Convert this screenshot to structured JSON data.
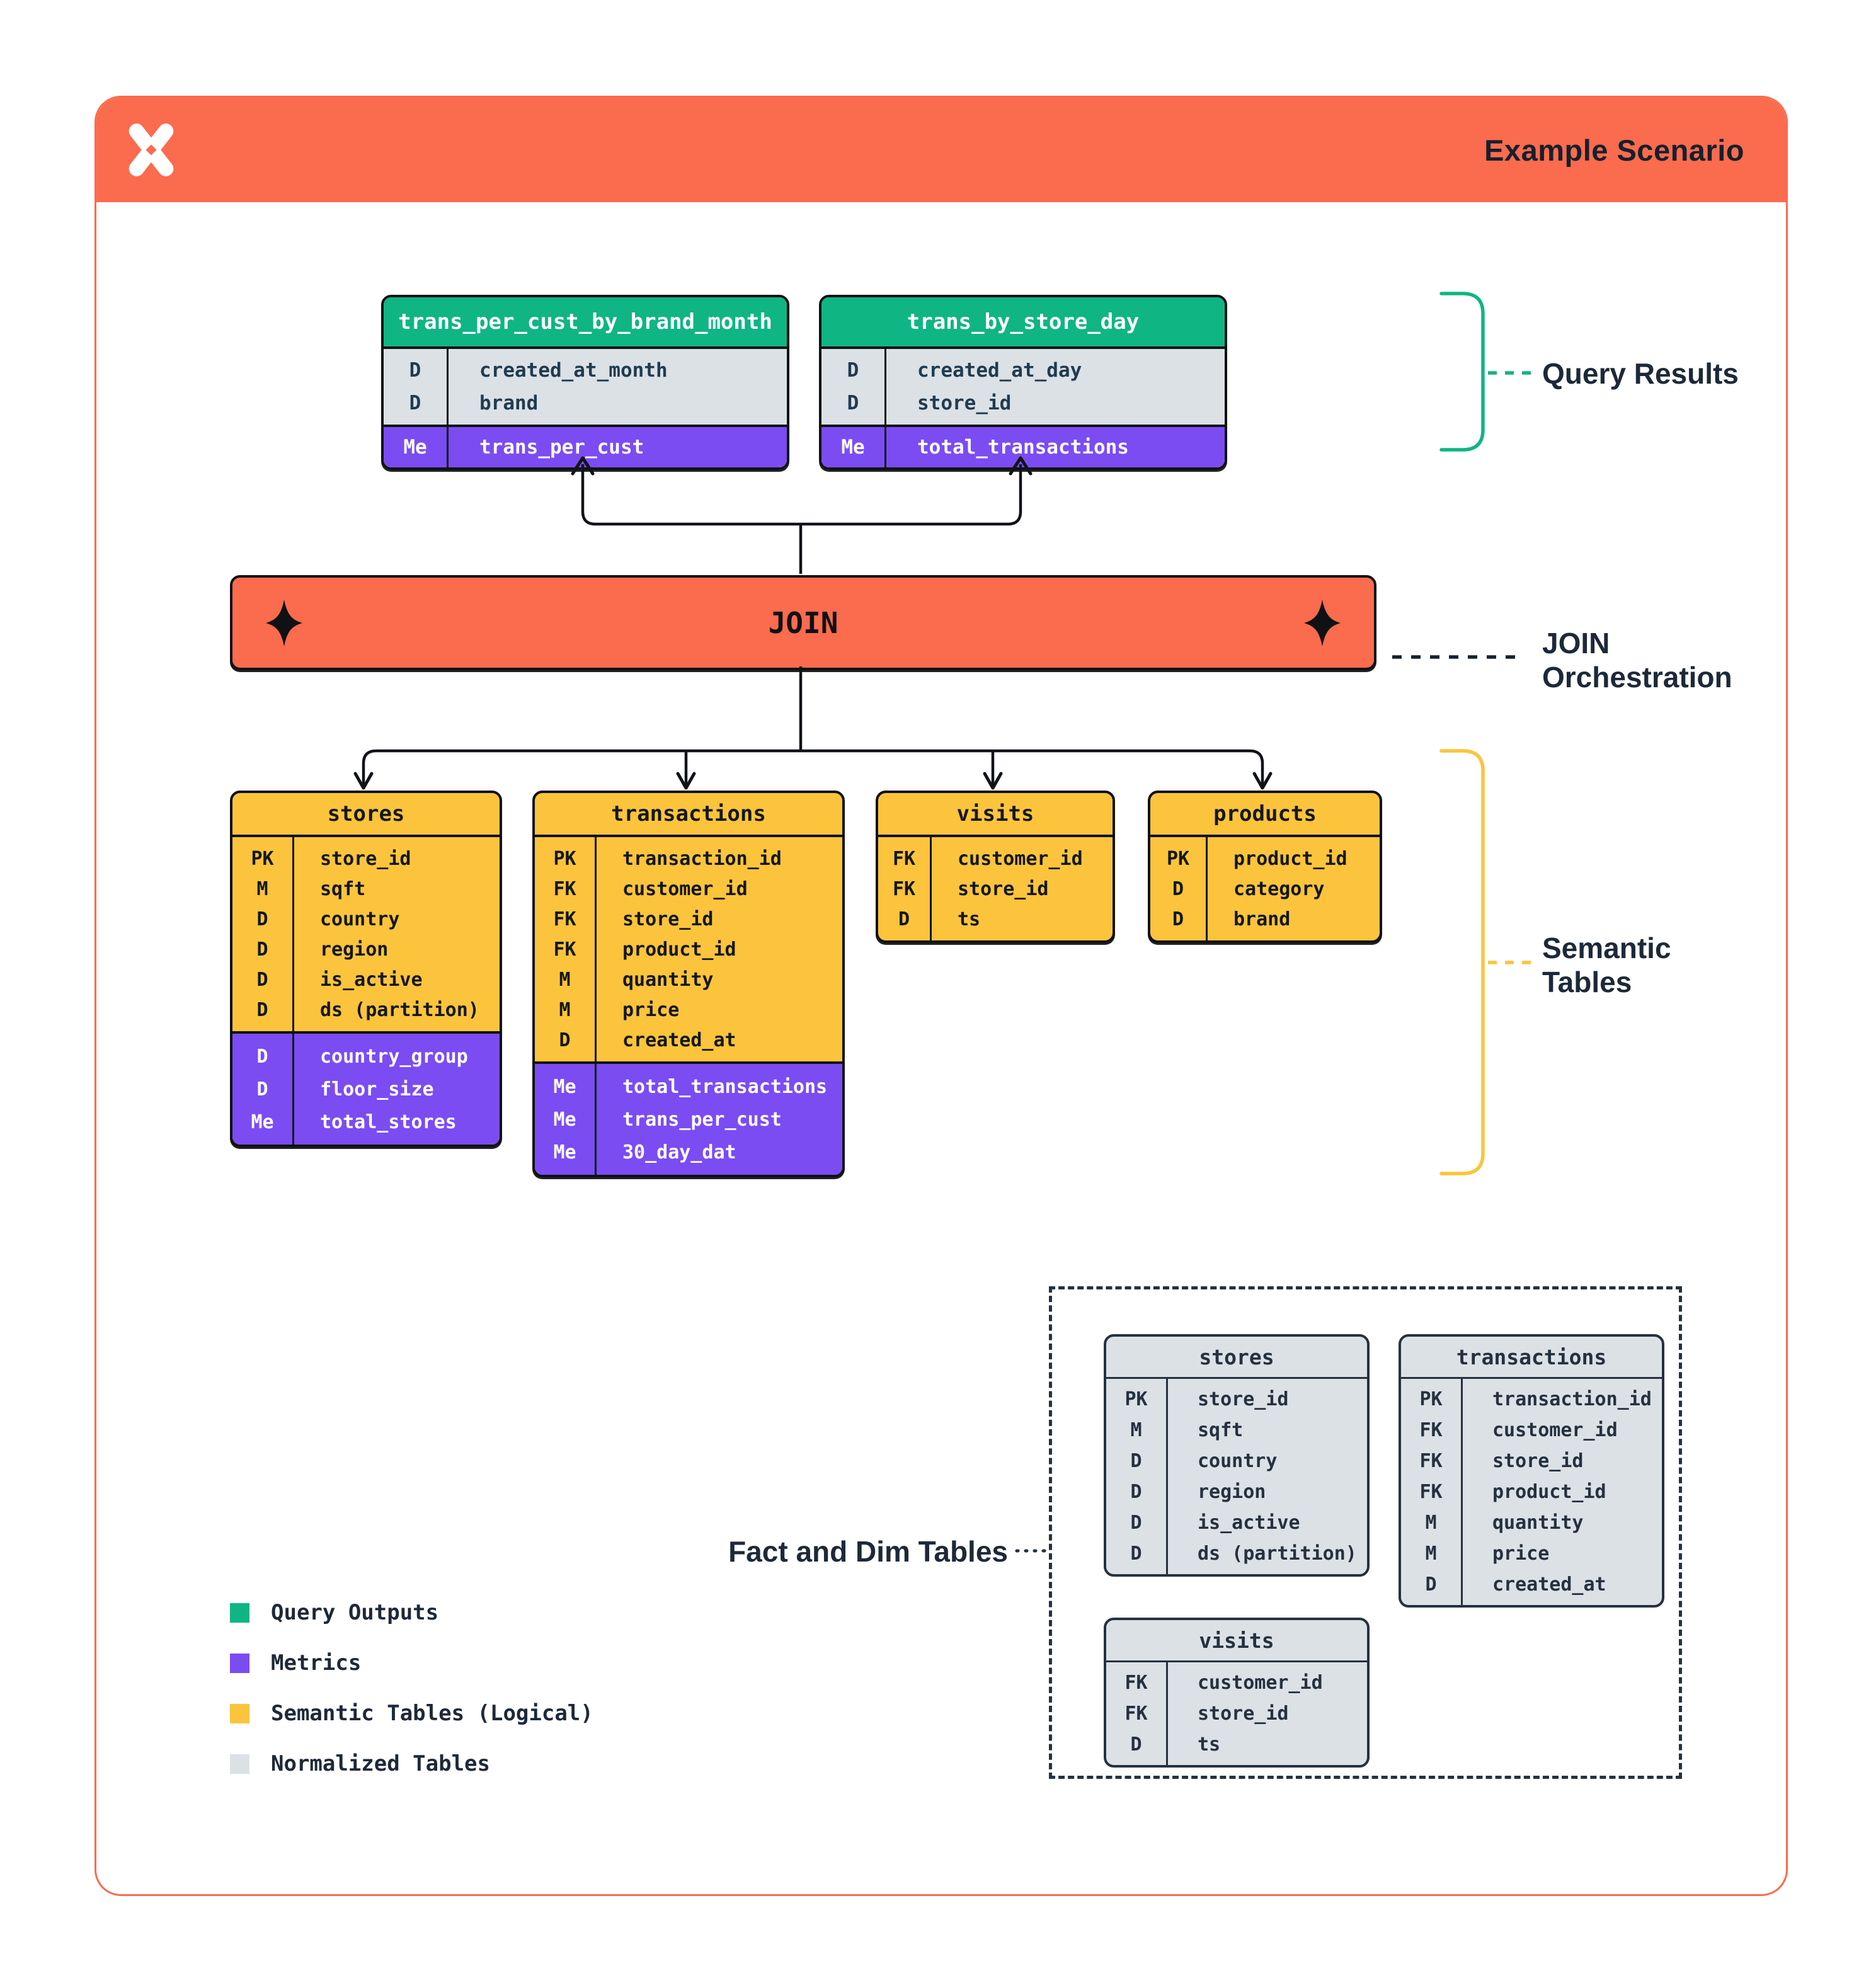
{
  "header": {
    "title": "Example Scenario",
    "logo": "x-pinwheel-logo"
  },
  "colors": {
    "orange": "#FB6B4D",
    "green": "#10B584",
    "purple": "#7B4CF2",
    "yellow": "#FBC43C",
    "gray": "#DCE1E6",
    "ink": "#0F1115",
    "navy": "#25313F"
  },
  "join": {
    "label": "JOIN"
  },
  "annotations": {
    "query_results": "Query Results",
    "join": [
      "JOIN",
      "Orchestration"
    ],
    "semantic": [
      "Semantic",
      "Tables"
    ],
    "fact_dim": "Fact and Dim Tables"
  },
  "query_results": {
    "tables": [
      {
        "name": "trans_per_cust_by_brand_month",
        "fields": [
          [
            "D",
            "created_at_month"
          ],
          [
            "D",
            "brand"
          ]
        ],
        "metrics": [
          [
            "Me",
            "trans_per_cust"
          ]
        ]
      },
      {
        "name": "trans_by_store_day",
        "fields": [
          [
            "D",
            "created_at_day"
          ],
          [
            "D",
            "store_id"
          ]
        ],
        "metrics": [
          [
            "Me",
            "total_transactions"
          ]
        ]
      }
    ]
  },
  "semantic": {
    "tables": [
      {
        "id": "sem-stores",
        "name": "stores",
        "key_width": 95,
        "fields": [
          [
            "PK",
            "store_id"
          ],
          [
            "M",
            "sqft"
          ],
          [
            "D",
            "country"
          ],
          [
            "D",
            "region"
          ],
          [
            "D",
            "is_active"
          ],
          [
            "D",
            "ds (partition)"
          ]
        ],
        "metrics": [
          [
            "D",
            "country_group"
          ],
          [
            "D",
            "floor_size"
          ],
          [
            "Me",
            "total_stores"
          ]
        ]
      },
      {
        "id": "sem-transactions",
        "name": "transactions",
        "key_width": 95,
        "fields": [
          [
            "PK",
            "transaction_id"
          ],
          [
            "FK",
            "customer_id"
          ],
          [
            "FK",
            "store_id"
          ],
          [
            "FK",
            "product_id"
          ],
          [
            "M",
            "quantity"
          ],
          [
            "M",
            "price"
          ],
          [
            "D",
            "created_at"
          ]
        ],
        "metrics": [
          [
            "Me",
            "total_transactions"
          ],
          [
            "Me",
            "trans_per_cust"
          ],
          [
            "Me",
            "30_day_dat"
          ]
        ]
      },
      {
        "id": "sem-visits",
        "name": "visits",
        "key_width": 82,
        "fields": [
          [
            "FK",
            "customer_id"
          ],
          [
            "FK",
            "store_id"
          ],
          [
            "D",
            "ts"
          ]
        ],
        "metrics": []
      },
      {
        "id": "sem-products",
        "name": "products",
        "key_width": 88,
        "fields": [
          [
            "PK",
            "product_id"
          ],
          [
            "D",
            "category"
          ],
          [
            "D",
            "brand"
          ]
        ],
        "metrics": []
      }
    ]
  },
  "normalized": {
    "tables": [
      {
        "id": "norm-stores",
        "name": "stores",
        "key_width": 95,
        "fields": [
          [
            "PK",
            "store_id"
          ],
          [
            "M",
            "sqft"
          ],
          [
            "D",
            "country"
          ],
          [
            "D",
            "region"
          ],
          [
            "D",
            "is_active"
          ],
          [
            "D",
            "ds (partition)"
          ]
        ],
        "metrics": []
      },
      {
        "id": "norm-transactions",
        "name": "transactions",
        "key_width": 95,
        "fields": [
          [
            "PK",
            "transaction_id"
          ],
          [
            "FK",
            "customer_id"
          ],
          [
            "FK",
            "store_id"
          ],
          [
            "FK",
            "product_id"
          ],
          [
            "M",
            "quantity"
          ],
          [
            "M",
            "price"
          ],
          [
            "D",
            "created_at"
          ]
        ],
        "metrics": []
      },
      {
        "id": "norm-visits",
        "name": "visits",
        "key_width": 95,
        "fields": [
          [
            "FK",
            "customer_id"
          ],
          [
            "FK",
            "store_id"
          ],
          [
            "D",
            "ts"
          ]
        ],
        "metrics": []
      }
    ]
  },
  "legend": {
    "items": [
      {
        "color": "#10B584",
        "label": "Query Outputs"
      },
      {
        "color": "#7B4CF2",
        "label": "Metrics"
      },
      {
        "color": "#FBC43C",
        "label": "Semantic Tables (Logical)"
      },
      {
        "color": "#DCE1E6",
        "label": "Normalized Tables"
      }
    ]
  }
}
